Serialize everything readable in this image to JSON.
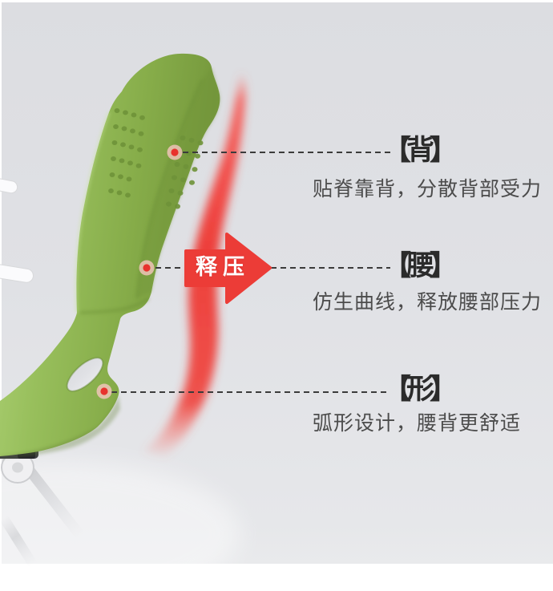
{
  "scene": {
    "arrow_label": "释压",
    "callouts": [
      {
        "title": "【背】",
        "desc": "贴脊靠背，分散背部受力"
      },
      {
        "title": "【腰】",
        "desc": "仿生曲线，释放腰部压力"
      },
      {
        "title": "【形】",
        "desc": "弧形设计，腰背更舒适"
      }
    ],
    "colors": {
      "photo_background": "#dfe0e4",
      "chair_green": "#8fb954",
      "accent_red": "#ec3c37",
      "dot_red": "#e8322d",
      "dashed_line": "#3b3b3b",
      "heading_text": "#2b2b2b",
      "body_text": "#4c4c4c"
    }
  }
}
